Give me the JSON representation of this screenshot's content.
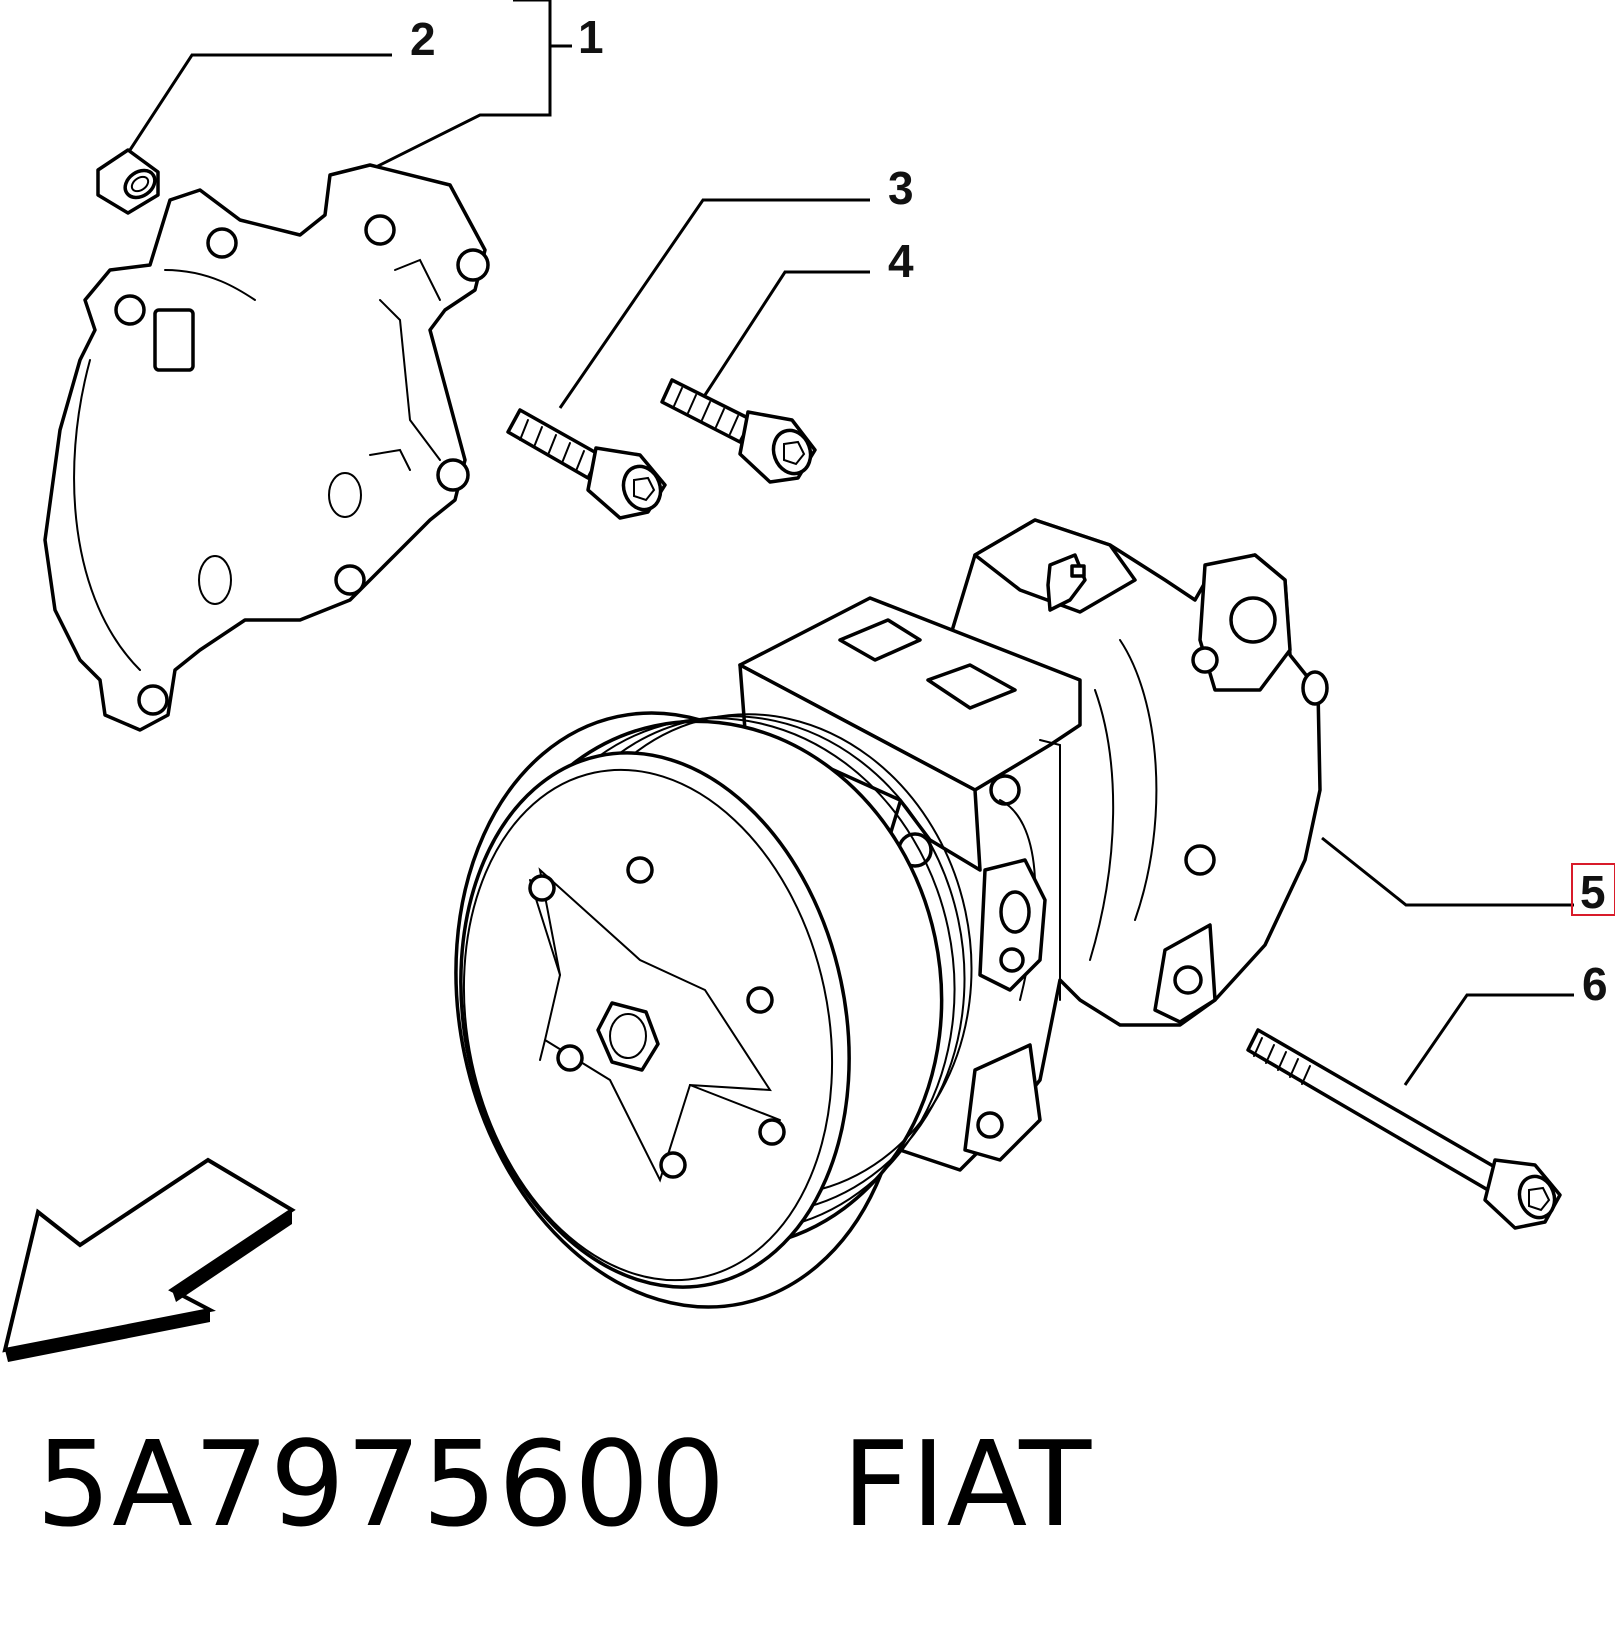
{
  "callouts": {
    "c1": "1",
    "c2": "2",
    "c3": "3",
    "c4": "4",
    "c5": "5",
    "c6": "6"
  },
  "caption": {
    "part_number": "5A7975600",
    "brand": "FIAT"
  },
  "highlight_color": "#d81b2a"
}
